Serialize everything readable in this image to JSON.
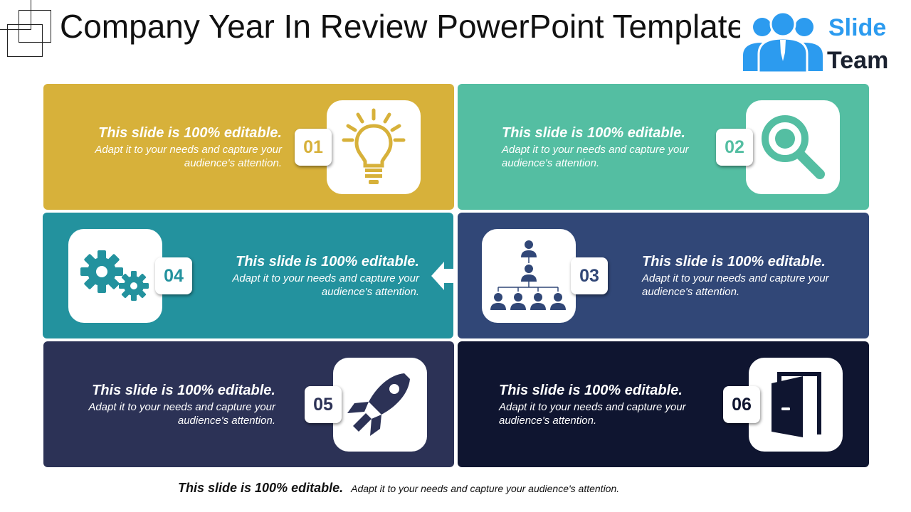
{
  "title": "Company Year In Review PowerPoint Template",
  "logo": {
    "word1": "Slide",
    "word2": "Team"
  },
  "steps": [
    {
      "num": "01",
      "heading": "This slide is 100% editable.",
      "body": "Adapt it to your needs and capture your audience's attention.",
      "icon": "lightbulb-icon",
      "color": "#d7b13a"
    },
    {
      "num": "02",
      "heading": "This slide is 100% editable.",
      "body": "Adapt it to your needs and capture your audience's attention.",
      "icon": "magnifier-icon",
      "color": "#54bea2"
    },
    {
      "num": "03",
      "heading": "This slide is 100% editable.",
      "body": "Adapt it to your needs and capture your audience's attention.",
      "icon": "org-chart-icon",
      "color": "#314777"
    },
    {
      "num": "04",
      "heading": "This slide is 100% editable.",
      "body": "Adapt it to your needs and capture your audience's attention.",
      "icon": "gears-icon",
      "color": "#23929e"
    },
    {
      "num": "05",
      "heading": "This slide is 100% editable.",
      "body": "Adapt it to your needs and capture your audience's attention.",
      "icon": "rocket-icon",
      "color": "#2c3256"
    },
    {
      "num": "06",
      "heading": "This slide is 100% editable.",
      "body": "Adapt it to your needs and capture your audience's attention.",
      "icon": "door-icon",
      "color": "#0f1530"
    }
  ],
  "footer": {
    "heading": "This slide is 100% editable.",
    "body": "Adapt it to your needs and capture your audience's attention."
  }
}
